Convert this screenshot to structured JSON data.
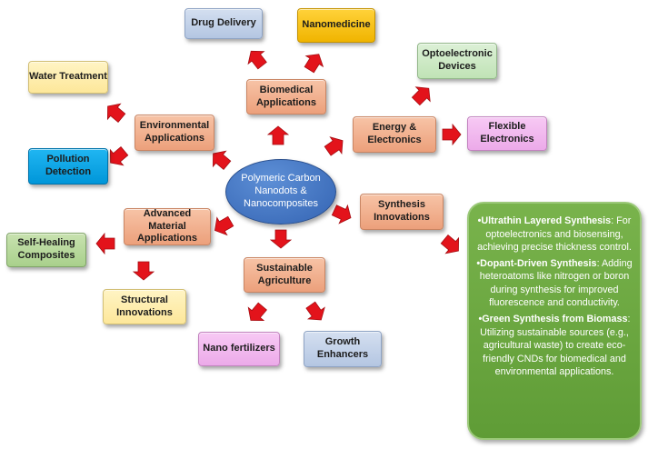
{
  "colors": {
    "arrow": "#e3131b",
    "center": "#3f72c2",
    "panel": "#6aa63f"
  },
  "center": {
    "line1": "Polymeric Carbon",
    "line2": "Nanodots &",
    "line3": "Nanocomposites"
  },
  "nodes": {
    "drug_delivery": "Drug Delivery",
    "nanomedicine": "Nanomedicine",
    "biomedical": {
      "l1": "Biomedical",
      "l2": "Applications"
    },
    "water_treatment": "Water Treatment",
    "environmental": {
      "l1": "Environmental",
      "l2": "Applications"
    },
    "pollution": {
      "l1": "Pollution",
      "l2": "Detection"
    },
    "optoelectronic": {
      "l1": "Optoelectronic",
      "l2": "Devices"
    },
    "energy": {
      "l1": "Energy &",
      "l2": "Electronics"
    },
    "flexible": {
      "l1": "Flexible",
      "l2": "Electronics"
    },
    "synthesis": {
      "l1": "Synthesis",
      "l2": "Innovations"
    },
    "advanced": {
      "l1": "Advanced Material",
      "l2": "Applications"
    },
    "self_healing": {
      "l1": "Self-Healing",
      "l2": "Composites"
    },
    "structural": {
      "l1": "Structural",
      "l2": "Innovations"
    },
    "sustainable": {
      "l1": "Sustainable",
      "l2": "Agriculture"
    },
    "nano_fertilizers": "Nano fertilizers",
    "growth": {
      "l1": "Growth",
      "l2": "Enhancers"
    }
  },
  "synthesis_details": [
    {
      "title": "•Ultrathin Layered Synthesis",
      "text": ": For optoelectronics and biosensing, achieving precise thickness control."
    },
    {
      "title": "•Dopant-Driven Synthesis",
      "text": ": Adding heteroatoms like nitrogen or boron during synthesis for improved fluorescence and conductivity."
    },
    {
      "title": "•Green Synthesis from Biomass",
      "text": ": Utilizing sustainable sources (e.g., agricultural waste) to create eco-friendly CNDs for biomedical and environmental applications."
    }
  ]
}
